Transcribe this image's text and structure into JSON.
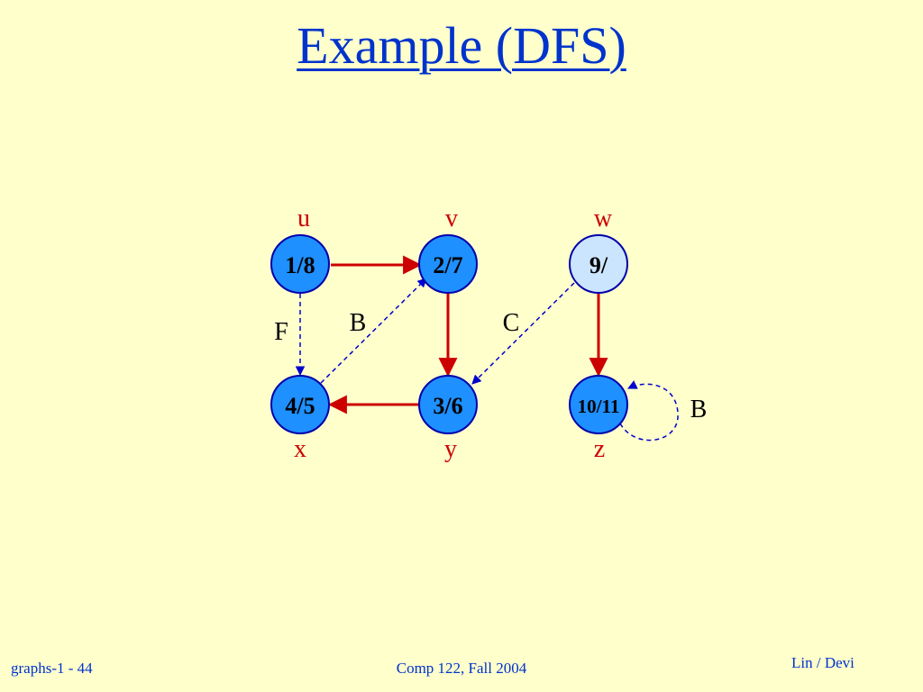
{
  "title": "Example (DFS)",
  "footer": {
    "left": "graphs-1 - 44",
    "center": "Comp 122, Fall 2004",
    "right": "Lin / Devi"
  },
  "graph": {
    "nodes": [
      {
        "id": "u",
        "name": "u",
        "timestamp": "1/8",
        "state": "finished"
      },
      {
        "id": "v",
        "name": "v",
        "timestamp": "2/7",
        "state": "finished"
      },
      {
        "id": "w",
        "name": "w",
        "timestamp": "9/",
        "state": "discovered"
      },
      {
        "id": "x",
        "name": "x",
        "timestamp": "4/5",
        "state": "finished"
      },
      {
        "id": "y",
        "name": "y",
        "timestamp": "3/6",
        "state": "finished"
      },
      {
        "id": "z",
        "name": "z",
        "timestamp": "10/11",
        "state": "finished"
      }
    ],
    "edges": [
      {
        "from": "u",
        "to": "v",
        "type": "tree",
        "label": ""
      },
      {
        "from": "v",
        "to": "y",
        "type": "tree",
        "label": ""
      },
      {
        "from": "y",
        "to": "x",
        "type": "tree",
        "label": ""
      },
      {
        "from": "w",
        "to": "z",
        "type": "tree",
        "label": ""
      },
      {
        "from": "u",
        "to": "x",
        "type": "forward",
        "label": "F"
      },
      {
        "from": "x",
        "to": "v",
        "type": "back",
        "label": "B"
      },
      {
        "from": "w",
        "to": "y",
        "type": "cross",
        "label": "C"
      },
      {
        "from": "z",
        "to": "z",
        "type": "back",
        "label": "B"
      }
    ]
  },
  "colors": {
    "background": "#FFFFCC",
    "title": "#0033CC",
    "footer": "#0033CC",
    "finished_node_fill": "#1E90FF",
    "discovered_node_fill": "#CCE5FF",
    "node_stroke": "#0000AA",
    "tree_edge": "#CC0000",
    "non_tree_edge": "#0000CC",
    "vertex_name": "#CC0000",
    "edge_label": "#000000"
  }
}
